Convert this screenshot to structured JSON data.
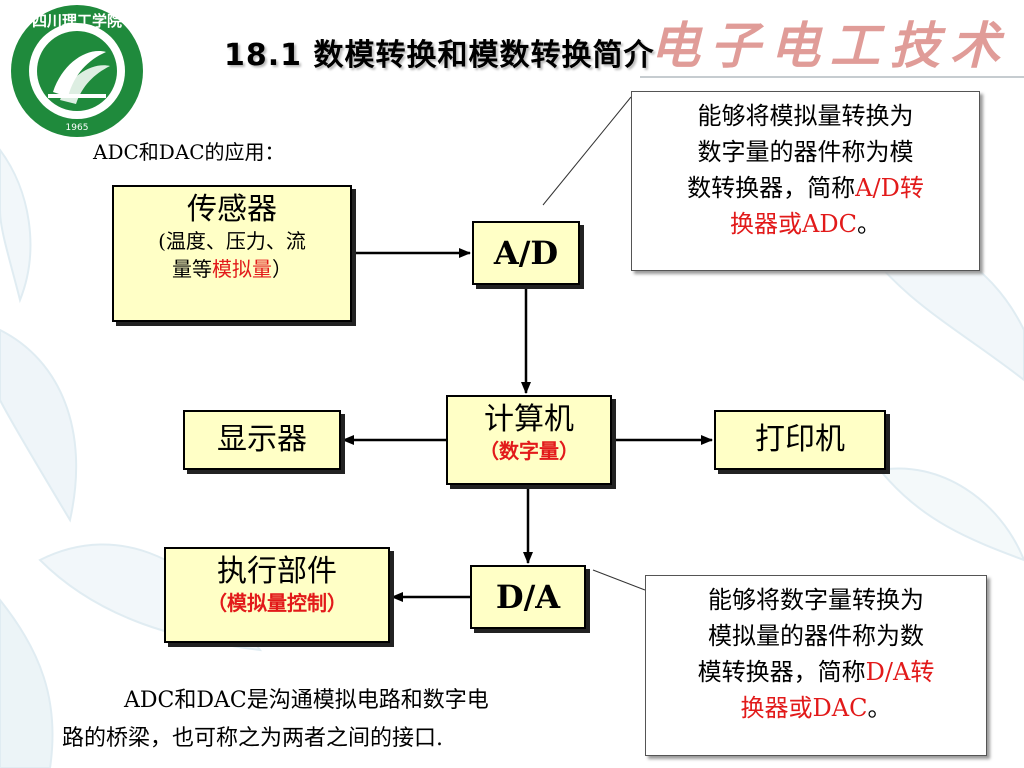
{
  "header": {
    "logo_text": "四川理工学院",
    "logo_year": "1965",
    "title": "18.1  数模转换和模数转换简介",
    "brand": "电子电工技术"
  },
  "intro_label": "ADC和DAC的应用：",
  "diagram": {
    "sensor": {
      "title": "传感器",
      "line1": "(温度、压力、流",
      "line2_prefix": "量等",
      "line2_red": "模拟量",
      "line2_suffix": "）"
    },
    "ad": "A/D",
    "computer": {
      "title": "计算机",
      "sub": "（数字量）"
    },
    "display": "显示器",
    "printer": "打印机",
    "actuator": {
      "title": "执行部件",
      "sub": "（模拟量控制）"
    },
    "da": "D/A"
  },
  "callout_ad": {
    "line1": "能够将模拟量转换为",
    "line2": "数字量的器件称为模",
    "line3_prefix": "数转换器，简称",
    "line3_red": "A/D转",
    "line4_red": "换器或ADC",
    "line4_suffix": "。"
  },
  "callout_da": {
    "line1": "能够将数字量转换为",
    "line2": "模拟量的器件称为数",
    "line3_prefix": "模转换器，简称",
    "line3_red": "D/A转",
    "line4_red": "换器或DAC",
    "line4_suffix": "。"
  },
  "bottom_text": {
    "line1": "ADC和DAC是沟通模拟电路和数字电",
    "line2": "路的桥梁，也可称之为两者之间的接口."
  },
  "colors": {
    "box_fill": "#ffffc6",
    "red_text": "#e21a1a",
    "logo_green": "#1f8a3c",
    "brand": "#d67b76"
  }
}
